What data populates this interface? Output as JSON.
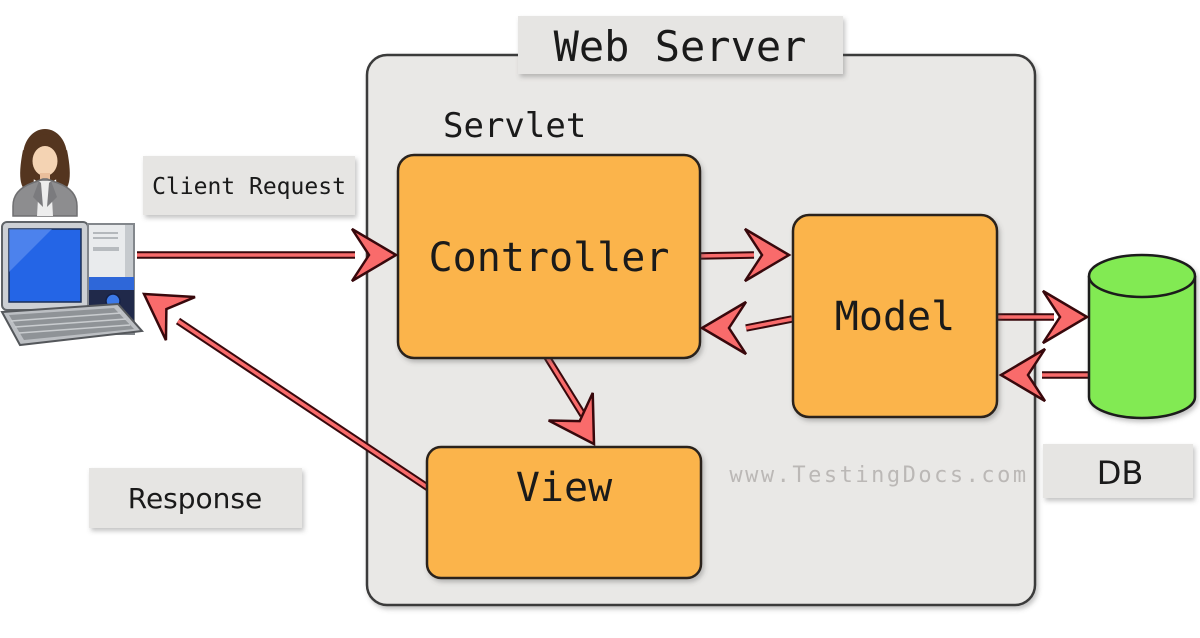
{
  "diagram": {
    "title": "Web Server",
    "servlet_label": "Servlet",
    "nodes": {
      "controller": "Controller",
      "model": "Model",
      "view": "View"
    },
    "database_label": "DB",
    "edge_labels": {
      "client_request": "Client Request",
      "response": "Response"
    },
    "watermark": "www.TestingDocs.com",
    "icons": {
      "client": "client-user-computer-icon",
      "database": "database-cylinder-icon",
      "arrows": [
        "client-request-arrow",
        "controller-to-model-arrow",
        "model-to-controller-arrow",
        "controller-to-view-arrow",
        "view-to-client-response-arrow",
        "model-to-db-arrow",
        "db-to-model-arrow"
      ]
    },
    "colors": {
      "container_fill": "#E9E8E6",
      "container_stroke": "#3B3B3B",
      "label_bg": "#E6E5E3",
      "node_fill": "#FBB44B",
      "node_stroke": "#2A241E",
      "arrow_fill": "#F96B6B",
      "arrow_stroke": "#38080C",
      "db_fill": "#82EA52",
      "db_stroke": "#1C1C1C",
      "text_color": "#1A1A1A",
      "watermark_color": "#BBB8B6"
    }
  }
}
